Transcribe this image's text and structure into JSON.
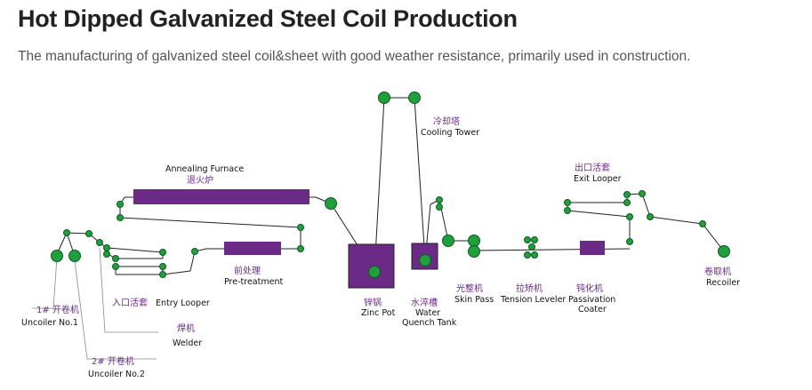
{
  "header": {
    "title": "Hot Dipped Galvanized Steel Coil Production",
    "subtitle": "The manufacturing of galvanized steel coil&sheet with good weather resistance, primarily used in construction."
  },
  "colors": {
    "roller": "#1fa03c",
    "roller_stroke": "#0d5a1f",
    "equipment": "#6a2a86",
    "chinese_text": "#6a2a86",
    "line": "#222222"
  },
  "labels": {
    "uncoiler1_zh": "1# 开卷机",
    "uncoiler1_en": "Uncoiler No.1",
    "uncoiler2_zh": "2# 开卷机",
    "uncoiler2_en": "Uncoiler No.2",
    "entry_looper_zh": "入口活套",
    "entry_looper_en": "Entry  Looper",
    "welder_zh": "焊机",
    "welder_en": "Welder",
    "pretreatment_zh": "前处理",
    "pretreatment_en": "Pre-treatment",
    "furnace_en": "Annealing Furnace",
    "furnace_zh": "退火炉",
    "cooling_tower_zh": "冷却塔",
    "cooling_tower_en": "Cooling Tower",
    "zinc_pot_zh": "锌锅",
    "zinc_pot_en": "Zinc Pot",
    "quench_zh": "水淬槽",
    "quench_en_1": "Water",
    "quench_en_2": "Quench Tank",
    "skin_pass_zh": "光整机",
    "skin_pass_en": "Skin Pass",
    "tension_leveler_zh": "拉矫机",
    "tension_leveler_en": "Tension Leveler",
    "passivation_zh": "钝化机",
    "passivation_en_1": "Passivation",
    "passivation_en_2": "Coater",
    "exit_looper_zh": "出口活套",
    "exit_looper_en": "Exit Looper",
    "recoiler_zh": "卷取机",
    "recoiler_en": "Recoiler"
  }
}
